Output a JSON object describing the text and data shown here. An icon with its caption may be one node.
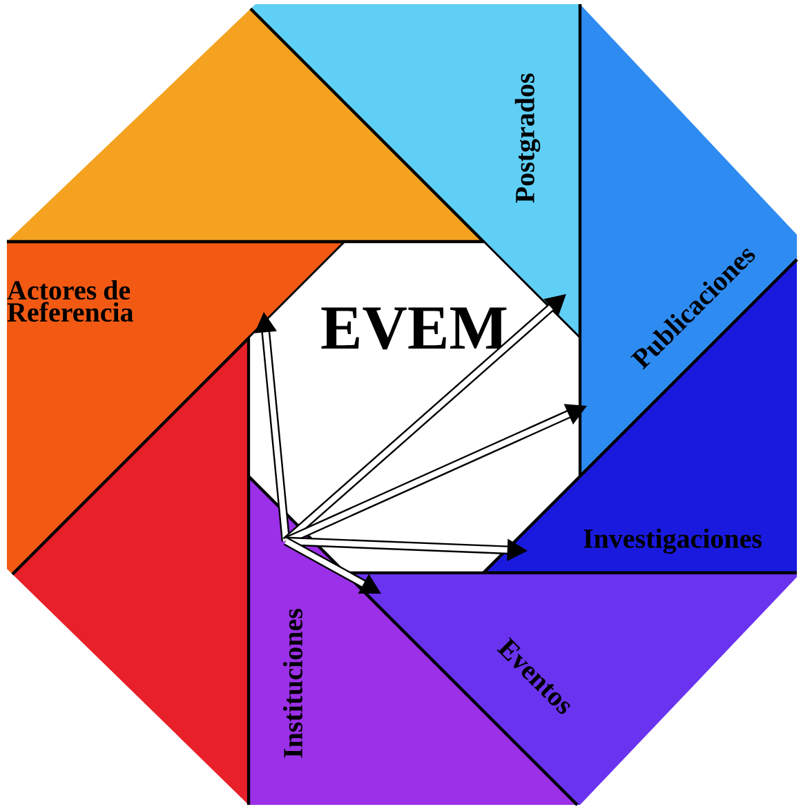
{
  "diagram": {
    "nodes": [
      {
        "text": [],
        "shape": "box"
      },
      {
        "text": [
          "Postgrados"
        ]
      },
      {
        "text": [
          "Actores de Referencia"
        ]
      },
      {
        "text": [
          "EVEM"
        ]
      },
      {
        "text": [
          "Publicaciones"
        ]
      },
      {
        "text": [
          "Investigaciones"
        ]
      },
      {
        "text": [],
        "shape": "box"
      },
      {
        "text": [
          "Instituciones"
        ]
      },
      {
        "text": [
          "Eventos"
        ]
      }
    ],
    "edges": [
      {
        "from": 7,
        "to": 2,
        "arrow": "to"
      },
      {
        "from": 7,
        "to": 1,
        "arrow": "to"
      },
      {
        "from": 7,
        "to": 4,
        "arrow": "to"
      },
      {
        "from": 7,
        "to": 5,
        "arrow": "to"
      },
      {
        "from": 7,
        "to": 8,
        "arrow": "to"
      }
    ]
  }
}
